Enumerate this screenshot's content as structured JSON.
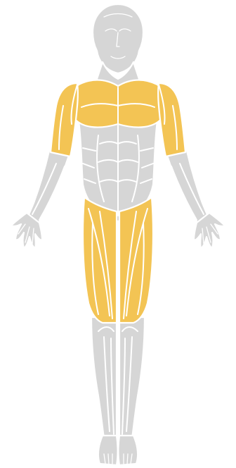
{
  "figure": {
    "view": "anterior",
    "highlighted_muscle_groups": [
      "shoulders",
      "chest",
      "upper-arms",
      "thighs"
    ]
  },
  "colors": {
    "muscle_base": "#d6d6d6",
    "highlight": "#f3c454",
    "separator": "#ffffff",
    "background": "#ffffff"
  }
}
